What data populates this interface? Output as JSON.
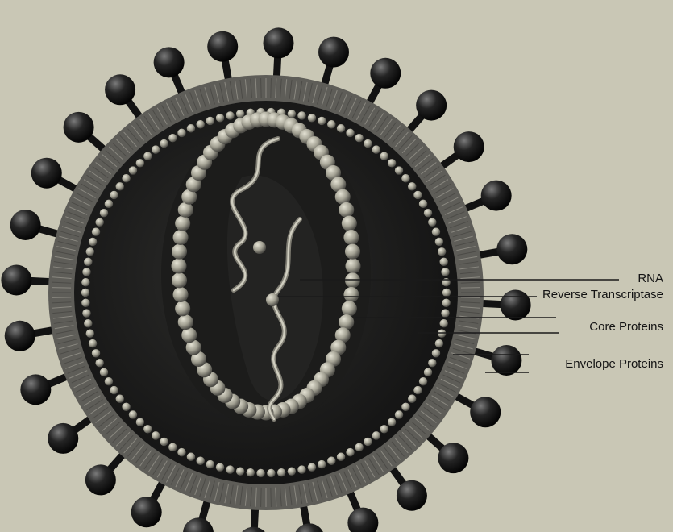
{
  "labels": {
    "rna": "RNA",
    "reverse_transcriptase": "Reverse Transcriptase",
    "core_proteins": "Core Proteins",
    "envelope_proteins": "Envelope Proteins"
  },
  "colors": {
    "background": "#c9c7b5",
    "envelope_band": "#6b6a64",
    "capsid_dark": "#1a1a1a",
    "beads": "#9c9a8c",
    "knobs": "#151515",
    "leader_lines": "#1a1a1a"
  }
}
